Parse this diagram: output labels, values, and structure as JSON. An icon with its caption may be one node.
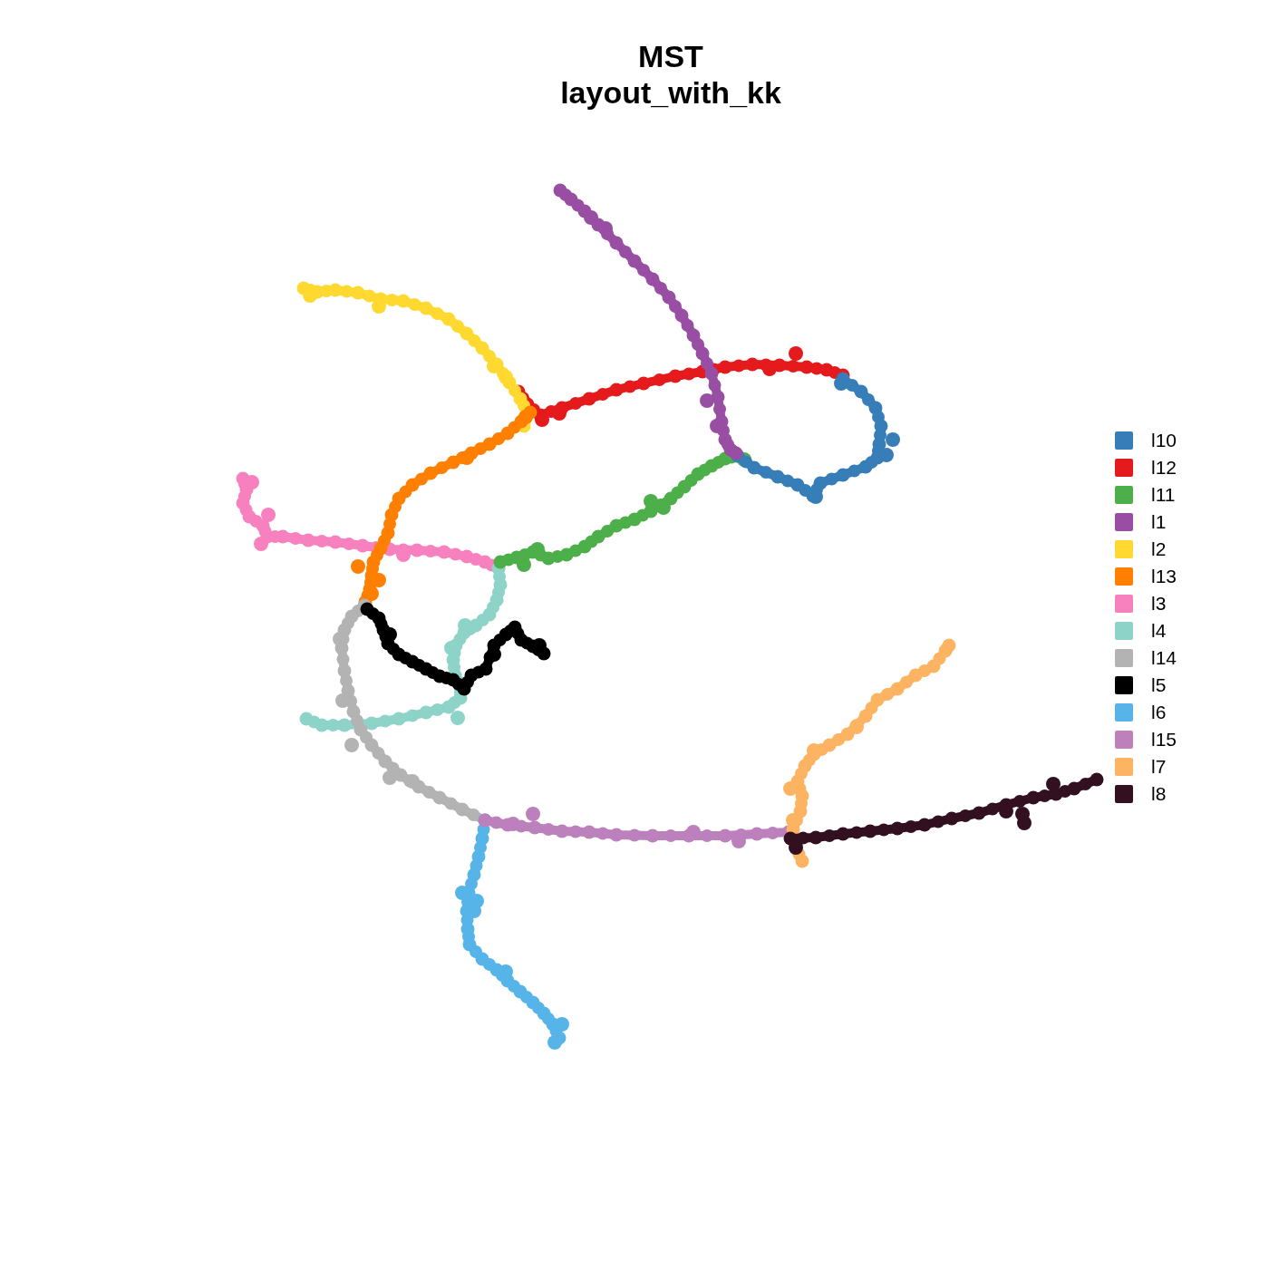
{
  "diagram": {
    "title": "MST layout_with_kk",
    "legend": [
      {
        "text": "l10",
        "color": "#377eb8"
      },
      {
        "text": "l12",
        "color": "#e41a1c"
      },
      {
        "text": "l11",
        "color": "#4daf4a"
      },
      {
        "text": "l1",
        "color": "#984ea3"
      },
      {
        "text": "l2",
        "color": "#ffd92f"
      },
      {
        "text": "l13",
        "color": "#ff7f00"
      },
      {
        "text": "l3",
        "color": "#f781bf"
      },
      {
        "text": "l4",
        "color": "#8dd3c7"
      },
      {
        "text": "l14",
        "color": "#b3b3b3"
      },
      {
        "text": "l5",
        "color": "#000000"
      },
      {
        "text": "l6",
        "color": "#56b4e9"
      },
      {
        "text": "l15",
        "color": "#bc80bd"
      },
      {
        "text": "l7",
        "color": "#fdb462"
      },
      {
        "text": "l8",
        "color": "#33101f"
      }
    ]
  }
}
